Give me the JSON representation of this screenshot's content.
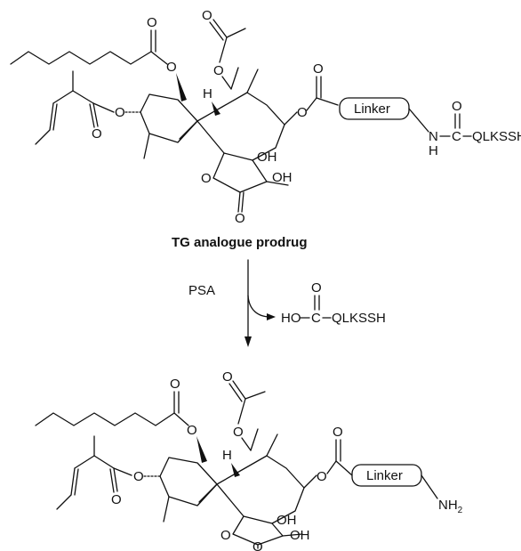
{
  "prodrug": {
    "title": "TG analogue prodrug",
    "linker": "Linker",
    "peptide": "QLKSSH",
    "n": "N",
    "h": "H",
    "c": "C"
  },
  "reaction": {
    "enzyme": "PSA",
    "byproduct_prefix": "HO",
    "byproduct_c": "C",
    "byproduct_peptide": "QLKSSH"
  },
  "product": {
    "linker": "Linker",
    "amine": "NH",
    "amine_sub": "2"
  },
  "atoms": {
    "o": "O",
    "h": "H",
    "oh": "OH"
  }
}
